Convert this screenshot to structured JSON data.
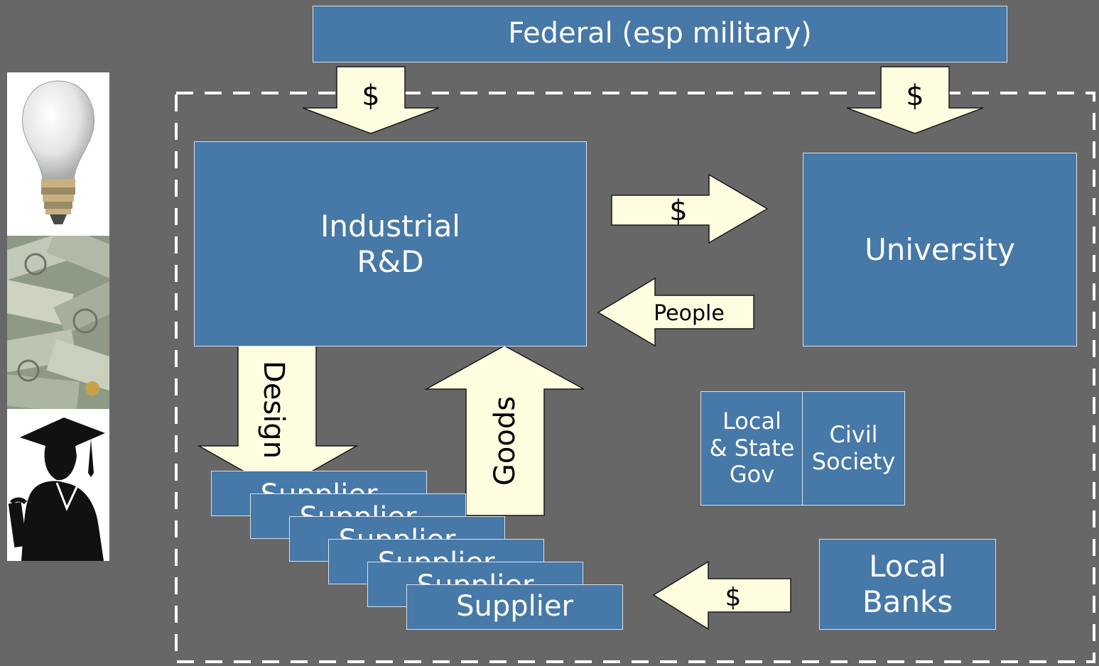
{
  "diagram": {
    "federal": "Federal (esp military)",
    "industrial": "Industrial\nR&D",
    "university": "University",
    "local_gov": "Local\n& State\nGov",
    "civil_society": "Civil\nSociety",
    "local_banks": "Local\nBanks",
    "suppliers": [
      "Supplier",
      "Supplier",
      "Supplier",
      "Supplier",
      "Supplier",
      "Supplier"
    ],
    "arrows": {
      "federal_to_industry": "$",
      "federal_to_university": "$",
      "industry_to_university": "$",
      "university_to_industry": "People",
      "industry_to_suppliers": "Design",
      "suppliers_to_industry": "Goods",
      "banks_to_suppliers": "$"
    }
  },
  "icons": [
    "light-bulb-icon",
    "money-icon",
    "graduate-icon"
  ],
  "colors": {
    "background": "#676767",
    "box_fill": "#4678a8",
    "arrow_fill": "#fffde0",
    "dashed_border": "#ffffff"
  }
}
